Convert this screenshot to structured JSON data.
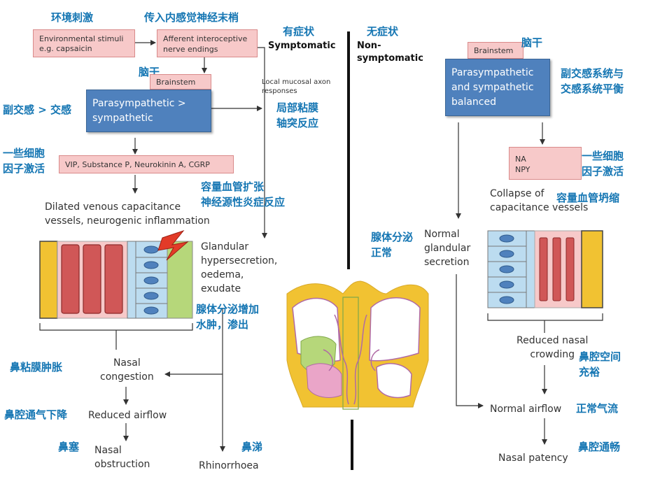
{
  "left": {
    "stimuli_box": {
      "line1": "Environmental stimuli",
      "line2": "e.g. capsaicin"
    },
    "stimuli_cn": "环境刺激",
    "afferent_box": {
      "line1": "Afferent interoceptive",
      "line2": "nerve endings"
    },
    "afferent_cn": "传入内感觉神经末梢",
    "brainstem_box": "Brainstem",
    "brainstem_cn": "脑干",
    "para_box": {
      "line1": "Parasympathetic >",
      "line2": "sympathetic"
    },
    "para_cn": "副交感 > 交感",
    "local_axon": {
      "line1": "Local mucosal axon",
      "line2": "responses"
    },
    "local_axon_cn": {
      "line1": "局部粘膜",
      "line2": "轴突反应"
    },
    "vip_box": "VIP, Substance P, Neurokinin A, CGRP",
    "vip_cn": {
      "line1": "一些细胞",
      "line2": "因子激活"
    },
    "dilated": {
      "line1": "Dilated venous capacitance",
      "line2": "vessels, neurogenic inflammation"
    },
    "dilated_cn": {
      "line1": "容量血管扩张",
      "line2": "神经源性炎症反应"
    },
    "glandular": {
      "line1": "Glandular",
      "line2": "hypersecretion,",
      "line3": "oedema,",
      "line4": "exudate"
    },
    "glandular_cn": {
      "line1": "腺体分泌增加",
      "line2": "水肿，渗出"
    },
    "congestion": {
      "line1": "Nasal",
      "line2": "congestion"
    },
    "congestion_cn": "鼻粘膜肿胀",
    "reduced_airflow": "Reduced airflow",
    "reduced_airflow_cn": "鼻腔通气下降",
    "obstruction": {
      "line1": "Nasal",
      "line2": "obstruction"
    },
    "obstruction_cn": "鼻塞",
    "rhinorrhoea": "Rhinorrhoea",
    "rhinorrhoea_cn": "鼻涕"
  },
  "center": {
    "symptomatic_cn": "有症状",
    "symptomatic": "Symptomatic",
    "nonsymptomatic_cn": "无症状",
    "nonsymptomatic": {
      "line1": "Non-",
      "line2": "symptomatic"
    }
  },
  "right": {
    "brainstem_box": "Brainstem",
    "brainstem_cn": "脑干",
    "balanced_box": {
      "line1": "Parasympathetic",
      "line2": "and sympathetic",
      "line3": "balanced"
    },
    "balanced_cn": {
      "line1": "副交感系统与",
      "line2": "交感系统平衡"
    },
    "na_box": {
      "line1": "NA",
      "line2": "NPY"
    },
    "na_cn": {
      "line1": "一些细胞",
      "line2": "因子激活"
    },
    "collapse": {
      "line1": "Collapse of",
      "line2": "capacitance vessels"
    },
    "collapse_cn": "容量血管坍缩",
    "normal_gland": {
      "line1": "Normal",
      "line2": "glandular",
      "line3": "secretion"
    },
    "normal_gland_cn": {
      "line1": "腺体分泌",
      "line2": "正常"
    },
    "reduced_crowding": {
      "line1": "Reduced nasal",
      "line2": "crowding"
    },
    "reduced_crowding_cn": {
      "line1": "鼻腔空间",
      "line2": "充裕"
    },
    "normal_airflow": "Normal airflow",
    "normal_airflow_cn": "正常气流",
    "patency": "Nasal patency",
    "patency_cn": "鼻腔通畅"
  },
  "colors": {
    "pink_box": "#f7c9c9",
    "blue_box": "#4f81bd",
    "chinese_text": "#1576b3",
    "vessel_red": "#d05757",
    "bone_yellow": "#f1c232",
    "epithelium_blue": "#bcdcf0",
    "mucosa_green": "#b6d77a"
  }
}
